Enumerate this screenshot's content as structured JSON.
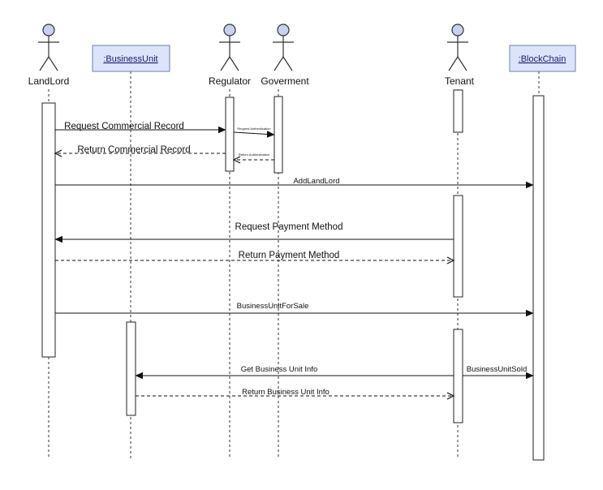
{
  "participants": {
    "landlord": {
      "label": "LandLord",
      "kind": "actor"
    },
    "business_unit": {
      "label": ":BusinessUnit",
      "kind": "object"
    },
    "regulator": {
      "label": "Regulator",
      "kind": "actor"
    },
    "government": {
      "label": "Goverment",
      "kind": "actor"
    },
    "tenant": {
      "label": "Tenant",
      "kind": "actor"
    },
    "blockchain": {
      "label": ":BlockChain",
      "kind": "object"
    }
  },
  "messages": {
    "request_commercial_record": {
      "label": "Request Commercial Record",
      "from": "landlord",
      "to": "regulator",
      "style": "solid"
    },
    "request_authentication": {
      "label": "Request Authentication",
      "from": "regulator",
      "to": "government",
      "style": "solid"
    },
    "return_authentication": {
      "label": "Return Authentication",
      "from": "government",
      "to": "regulator",
      "style": "dashed"
    },
    "return_commercial_record": {
      "label": "Return Commercial Record",
      "from": "regulator",
      "to": "landlord",
      "style": "dashed"
    },
    "add_landlord": {
      "label": "AddLandLord",
      "from": "landlord",
      "to": "blockchain",
      "style": "solid"
    },
    "request_payment_method": {
      "label": "Request Payment Method",
      "from": "tenant",
      "to": "landlord",
      "style": "solid"
    },
    "return_payment_method": {
      "label": "Return Payment Method",
      "from": "landlord",
      "to": "tenant",
      "style": "dashed"
    },
    "business_unit_for_sale": {
      "label": "BusinessUnitForSale",
      "from": "landlord",
      "to": "blockchain",
      "style": "solid"
    },
    "get_business_unit_info": {
      "label": "Get Business Unit Info",
      "from": "tenant",
      "to": "business_unit",
      "style": "solid"
    },
    "business_unit_sold": {
      "label": "BusinessUnitSold",
      "from": "tenant",
      "to": "blockchain",
      "style": "solid"
    },
    "return_business_unit_info": {
      "label": "Return Business Unit Info",
      "from": "business_unit",
      "to": "tenant",
      "style": "dashed"
    }
  },
  "colors": {
    "actor_fill": "#c9d1f2",
    "object_fill": "#dce4fa",
    "line": "#111111"
  }
}
